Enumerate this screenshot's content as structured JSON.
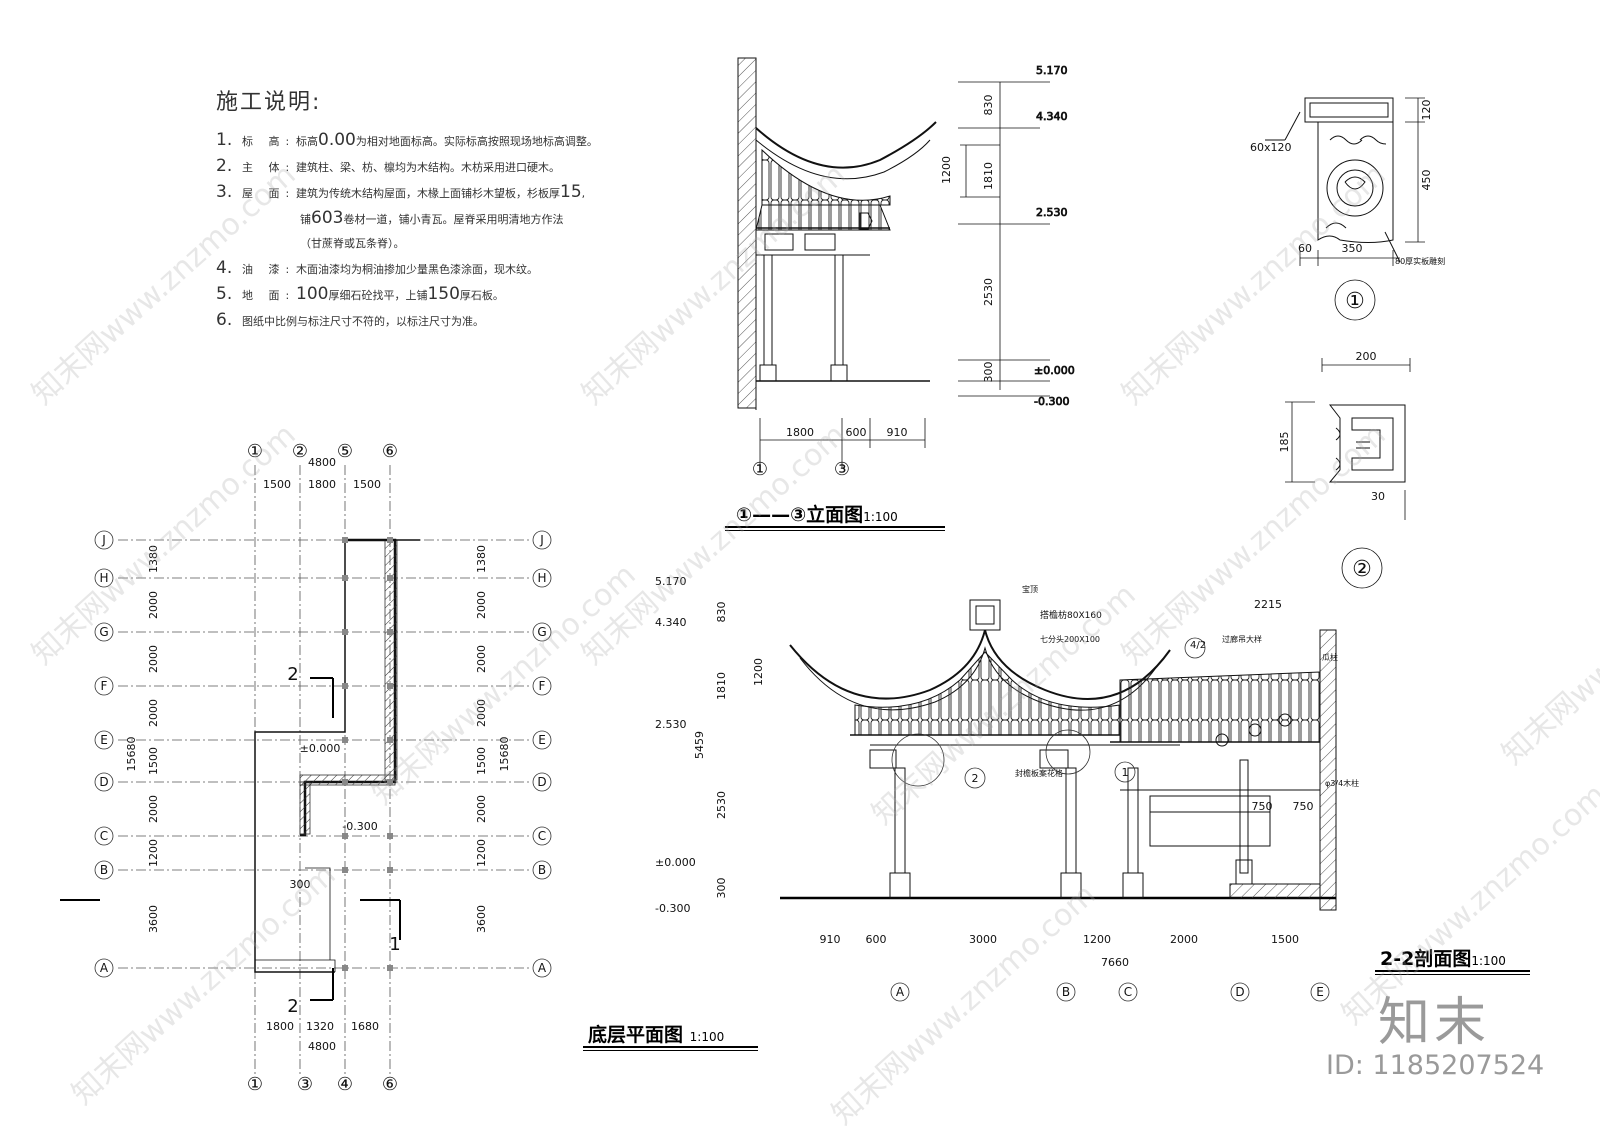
{
  "notes": {
    "title": "施工说明:",
    "items": [
      {
        "num": "1.",
        "head": "标 高:",
        "pre": "标高",
        "big": "0.00",
        "text": "为相对地面标高。实际标高按照现场地标高调整。"
      },
      {
        "num": "2.",
        "head": "主 体:",
        "text": "建筑柱、梁、枋、檩均为木结构。木枋采用进口硬木。"
      },
      {
        "num": "3.",
        "head": "屋 面:",
        "text": "建筑为传统木结构屋面，木椽上面铺杉木望板，杉板厚",
        "big": "15",
        "post": ","
      },
      {
        "cont": true,
        "pre": "铺",
        "big": "603",
        "text": "卷材一道，铺小青瓦。屋脊采用明清地方作法"
      },
      {
        "cont": true,
        "text": "（甘蔗脊或瓦条脊）。"
      },
      {
        "num": "4.",
        "head": "油 漆:",
        "text": "木面油漆均为桐油掺加少量黑色漆涂面，现木纹。"
      },
      {
        "num": "5.",
        "head": "地 面:",
        "big": "100",
        "text": "厚细石砼找平，上铺",
        "big2": "150",
        "post": "厚石板。"
      },
      {
        "num": "6.",
        "text": "图纸中比例与标注尺寸不符的，以标注尺寸为准。"
      }
    ]
  },
  "elevation": {
    "title": "①——③立面图",
    "scale": "1:100",
    "levels": [
      "5.170",
      "4.340",
      "2.530",
      "±0.000",
      "-0.300"
    ],
    "vdims": [
      "830",
      "1810",
      "1200",
      "2530",
      "300"
    ],
    "hdims": [
      "1800",
      "600",
      "910"
    ],
    "axes": [
      "①",
      "③"
    ]
  },
  "plan": {
    "title": "底层平面图",
    "scale": "1:100",
    "top_axes": [
      "①",
      "②",
      "⑤",
      "⑥"
    ],
    "bottom_axes": [
      "①",
      "③",
      "④",
      "⑥"
    ],
    "row_axes": [
      "J",
      "H",
      "G",
      "F",
      "E",
      "D",
      "C",
      "B",
      "A"
    ],
    "top_total": "4800",
    "top_dims": [
      "1500",
      "1800",
      "1500"
    ],
    "bottom_dims": [
      "1800",
      "1320",
      "1680"
    ],
    "bottom_total": "4800",
    "row_dims": [
      "1380",
      "2000",
      "2000",
      "2000",
      "1500",
      "2000",
      "1200",
      "3600"
    ],
    "total": "15680",
    "level_1": "±0.000",
    "level_2": "-0.300",
    "wall_dim": "300",
    "sec_2": "2",
    "sec_1": "1"
  },
  "section": {
    "title": "2-2剖面图",
    "scale": "1:100",
    "levels": [
      "5.170",
      "4.340",
      "2.530",
      "±0.000",
      "-0.300"
    ],
    "vdims": [
      "830",
      "1810",
      "1200",
      "2530",
      "300",
      "5459"
    ],
    "hdims": [
      "910",
      "600",
      "3000",
      "1200",
      "2000",
      "1500"
    ],
    "total": "7660",
    "top_dim": "2215",
    "inner_dims": [
      "750",
      "750"
    ],
    "axes": [
      "A",
      "B",
      "C",
      "D",
      "E"
    ],
    "callouts": [
      "宝顶",
      "搭檐枋80X160",
      "七分头200X100",
      "4/2",
      "过廊吊大样",
      "瓜柱",
      "封檐板案花格",
      "φ3/4木柱"
    ],
    "detail_refs": [
      "2",
      "1"
    ]
  },
  "detail1": {
    "dims": [
      "120",
      "450",
      "60",
      "350"
    ],
    "labels": [
      "60x120",
      "80厚实板雕刻"
    ],
    "ref": "①"
  },
  "detail2": {
    "dims": [
      "200",
      "185",
      "30"
    ],
    "ref": "②"
  },
  "watermark": {
    "brand": "知末",
    "id": "ID: 1185207524",
    "site": "知末网www.znzmo.com"
  }
}
